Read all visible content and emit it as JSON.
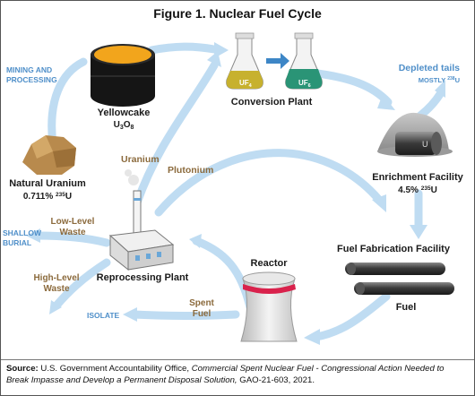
{
  "title": "Figure 1. Nuclear Fuel Cycle",
  "nodes": {
    "yellowcake": {
      "label": "Yellowcake",
      "formula_main": "U",
      "formula_sub1": "3",
      "formula_o": "O",
      "formula_sub2": "8"
    },
    "conversion_plant": {
      "label": "Conversion Plant",
      "flask_in": "UF",
      "flask_in_sub": "4",
      "flask_out": "UF",
      "flask_out_sub": "6"
    },
    "depleted_tails": {
      "label": "Depleted tails",
      "note_prefix": "MOSTLY",
      "note_sup": "238",
      "note_suffix": "U"
    },
    "enrichment_facility": {
      "label": "Enrichment Facility",
      "value": "4.5%",
      "value_sup": "235",
      "value_suffix": "U",
      "cylinder_text": "U"
    },
    "natural_uranium": {
      "label": "Natural Uranium",
      "value": "0.711%",
      "value_sup": "235",
      "value_suffix": "U"
    },
    "fuel_fabrication": {
      "label": "Fuel Fabrication Facility"
    },
    "fuel": {
      "label": "Fuel"
    },
    "reactor": {
      "label": "Reactor"
    },
    "reprocessing_plant": {
      "label": "Reprocessing Plant"
    }
  },
  "flow_labels": {
    "mining_processing": [
      "MINING AND",
      "PROCESSING"
    ],
    "uranium": "Uranium",
    "plutonium": "Plutonium",
    "low_level_waste": [
      "Low-Level",
      "Waste"
    ],
    "shallow_burial": [
      "SHALLOW",
      "BURIAL"
    ],
    "high_level_waste": [
      "High-Level",
      "Waste"
    ],
    "isolate": "ISOLATE",
    "spent_fuel": [
      "Spent",
      "Fuel"
    ]
  },
  "source": {
    "label": "Source:",
    "org": "U.S. Government Accountability Office,",
    "report_title": "Commercial Spent Nuclear Fuel - Congressional Action Needed to Break Impasse and Develop a Permanent Disposal Solution,",
    "report_id": "GAO-21-603, 2021."
  },
  "colors": {
    "arrow": "#bfdcf2",
    "label_brown": "#8b6a3c",
    "label_blue": "#4f8fc9",
    "yellowcake": "#f2a51c",
    "flask_uf4": "#c7b12e",
    "flask_uf6": "#2a9476",
    "reactor_stripe": "#d9224c"
  }
}
